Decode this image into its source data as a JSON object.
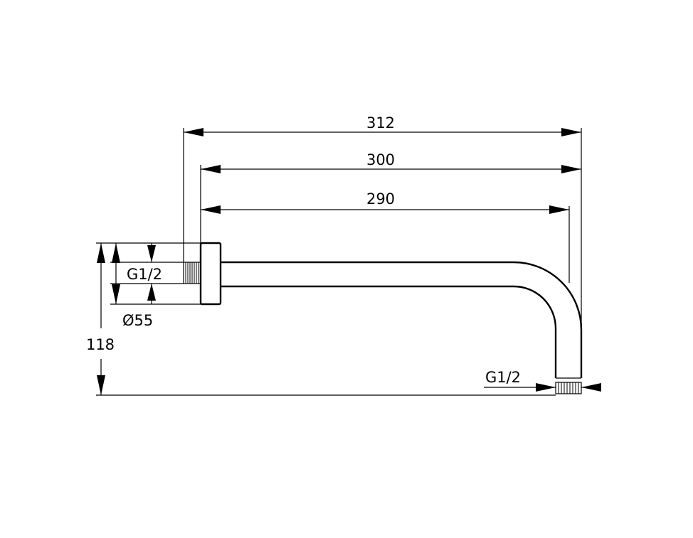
{
  "dimensions": {
    "overall_length": "312",
    "arm_length": "300",
    "center_length": "290",
    "height": "118",
    "flange_diameter": "Ø55",
    "wall_thread": "G1/2",
    "outlet_thread": "G1/2"
  },
  "colors": {
    "line": "#000000",
    "background": "#ffffff"
  }
}
